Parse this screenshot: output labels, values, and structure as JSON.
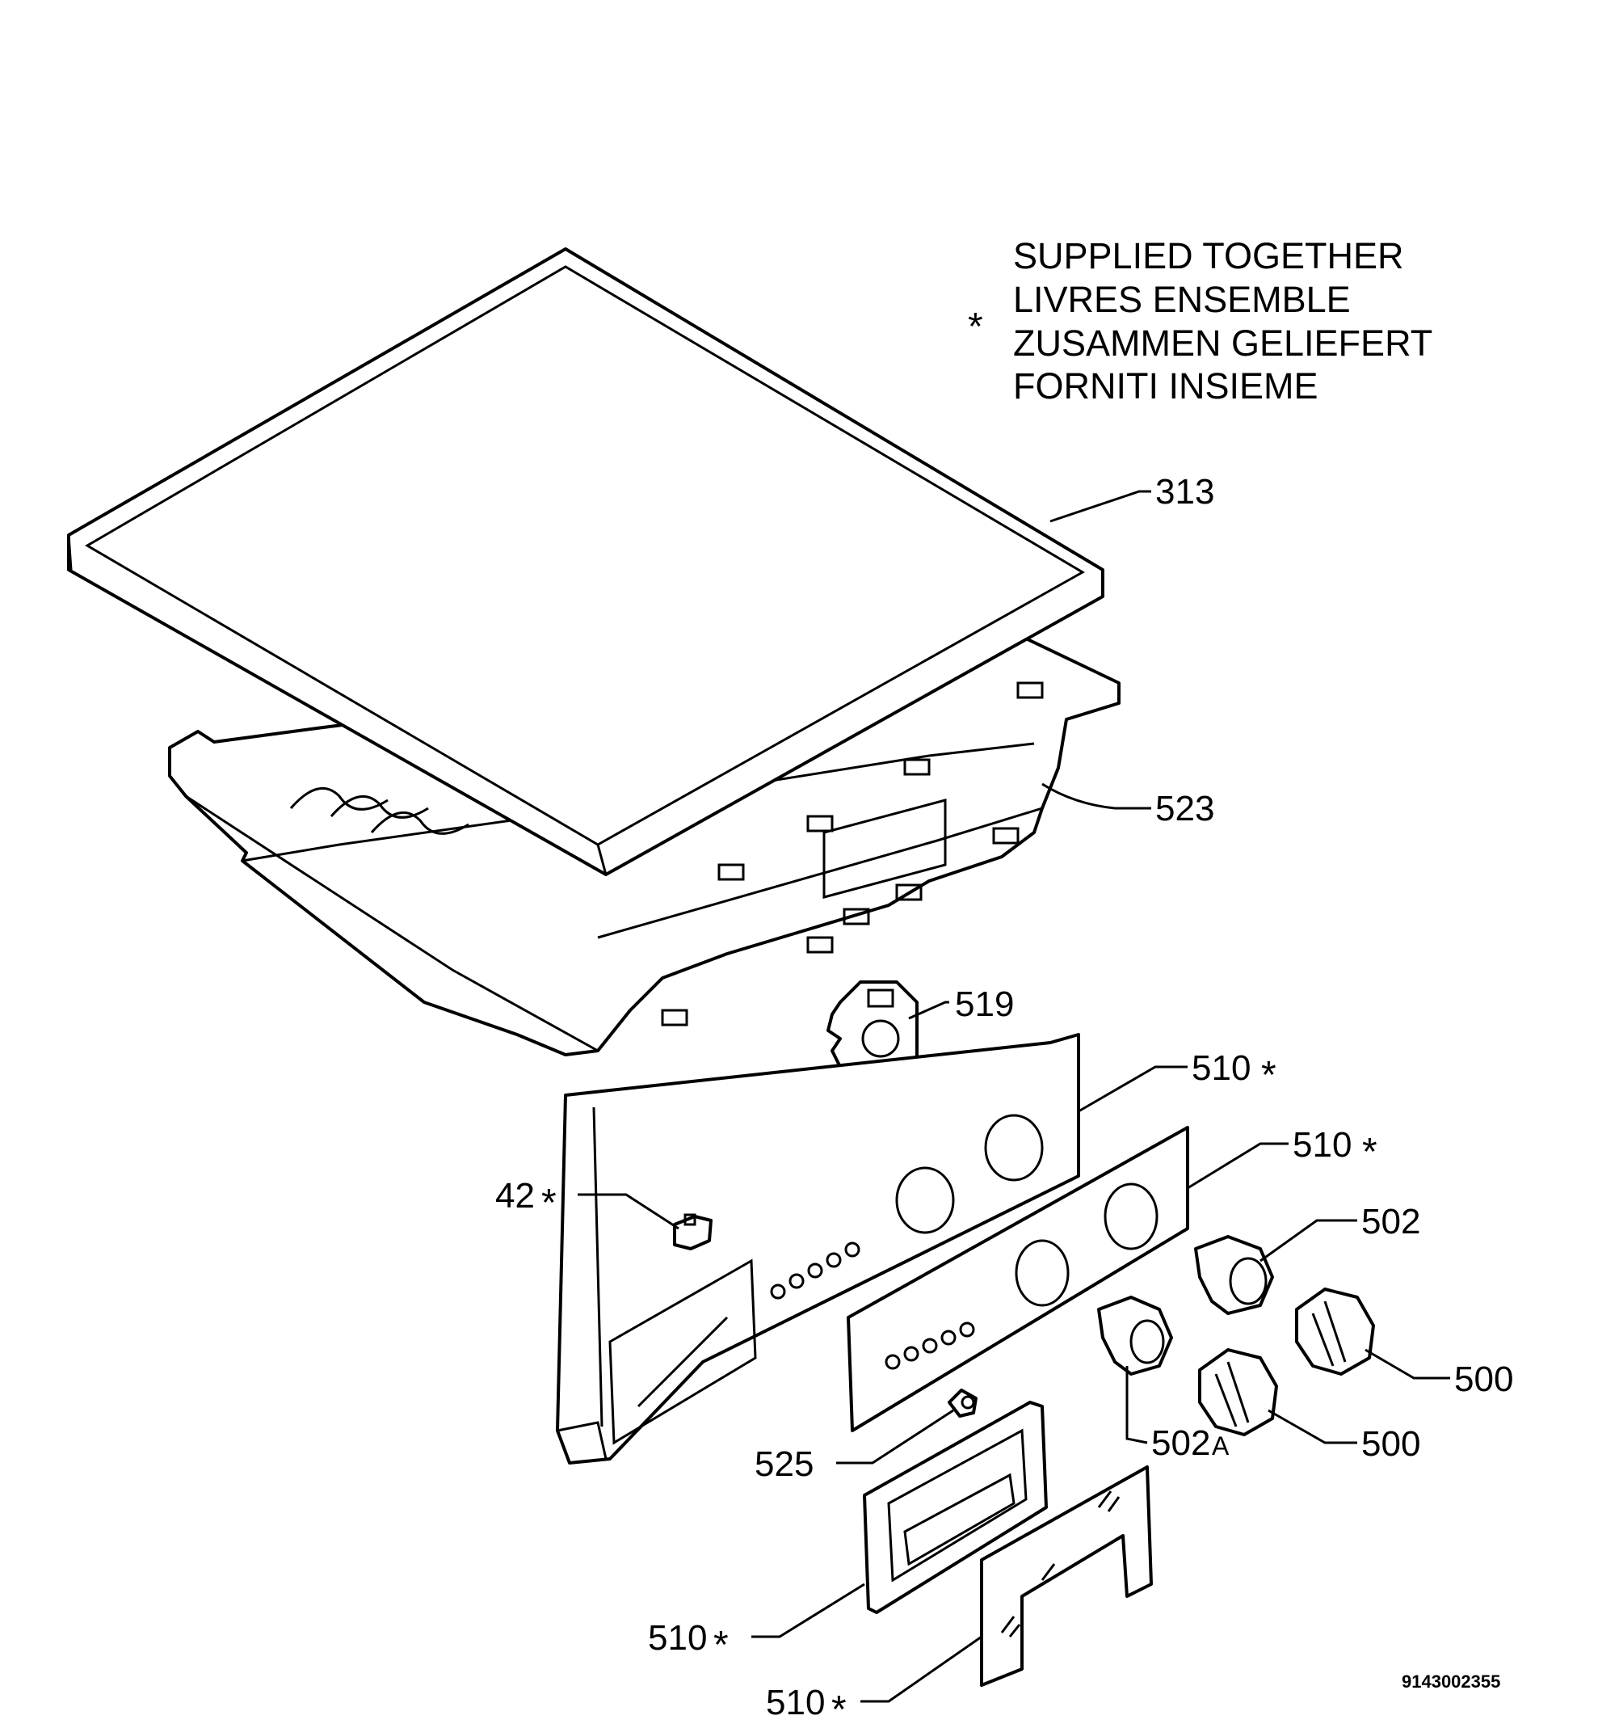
{
  "legend": {
    "symbol": "*",
    "lines": [
      "SUPPLIED TOGETHER",
      "LIVRES ENSEMBLE",
      "ZUSAMMEN GELIEFERT",
      "FORNITI INSIEME"
    ]
  },
  "labels": {
    "p313": "313",
    "p523": "523",
    "p519": "519",
    "p510a": "510",
    "p510b": "510",
    "p42": "42",
    "p502": "502",
    "p500a": "500",
    "p500b": "500",
    "p502a": "502",
    "p502a_suffix": "A",
    "p525": "525",
    "p510c": "510",
    "p510d": "510"
  },
  "document_id": "9143002355"
}
